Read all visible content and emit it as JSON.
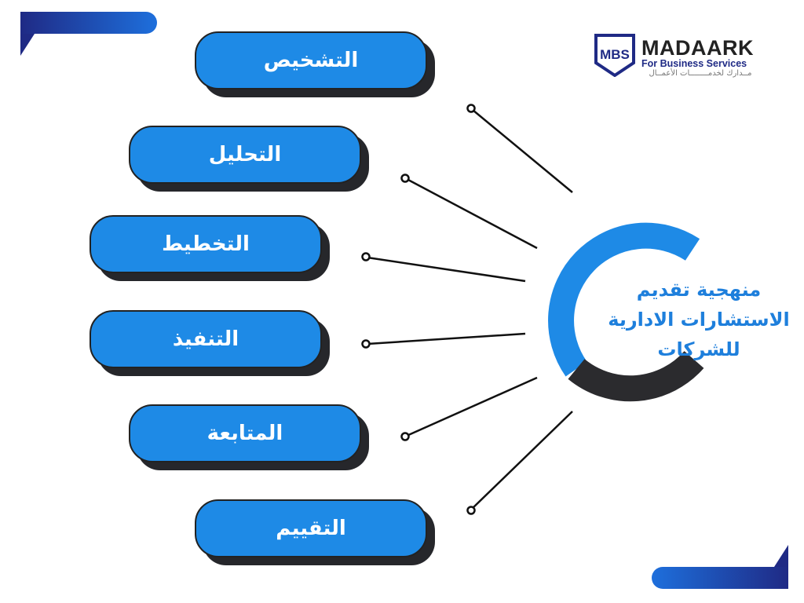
{
  "logo": {
    "badge_text": "MBS",
    "name": "MADAARK",
    "subtitle": "For Business Services",
    "arabic_tagline": "مــدارك لخدمــــــــات الأعمــال"
  },
  "center_title": [
    "منهجية  تقديم",
    "الاستشارات الادارية",
    "للشركات"
  ],
  "steps": [
    {
      "label": "التشخيص"
    },
    {
      "label": "التحليل"
    },
    {
      "label": "التخطيط"
    },
    {
      "label": "التنفيذ"
    },
    {
      "label": "المتابعة"
    },
    {
      "label": "التقييم"
    }
  ],
  "colors": {
    "step_fill": "#1e8ae6",
    "step_shadow": "#26272b",
    "ring_blue": "#1e8ae6",
    "ring_dark": "#2b2b2e",
    "title_blue": "#1e7fdc",
    "accent_navy": "#1f2a85"
  }
}
